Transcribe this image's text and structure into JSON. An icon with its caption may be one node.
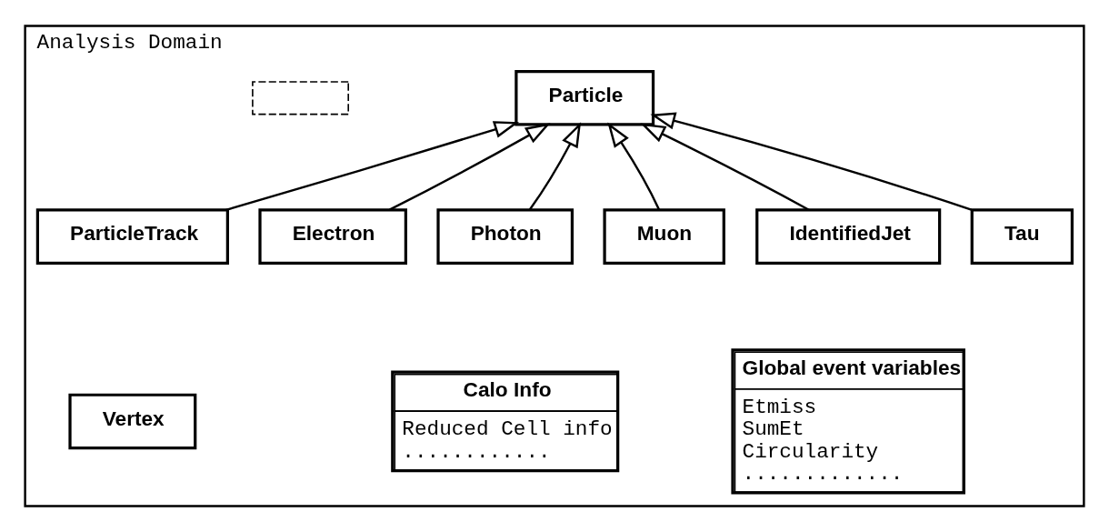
{
  "diagram": {
    "nodes": [
      {
        "text": [
          "Analysis Domain"
        ]
      },
      {
        "text": [
          "Particle"
        ],
        "in": 0
      },
      {
        "text": [],
        "shape": "box",
        "in": 0
      },
      {
        "text": [
          "ParticleTrack"
        ],
        "in": 0
      },
      {
        "text": [
          "Electron"
        ],
        "in": 0
      },
      {
        "text": [
          "Photon"
        ],
        "in": 0
      },
      {
        "text": [
          "Muon"
        ],
        "in": 0
      },
      {
        "text": [
          "IdentifiedJet"
        ],
        "in": 0
      },
      {
        "text": [
          "Tau"
        ],
        "in": 0
      },
      {
        "text": [
          "Vertex"
        ],
        "in": 0
      },
      {
        "text": [
          "Calo Info",
          "Reduced Cell info",
          "............"
        ],
        "in": 0
      },
      {
        "text": [
          "Global event variables",
          "Etmiss",
          "SumEt",
          "Circularity",
          "............."
        ],
        "in": 0
      }
    ],
    "edges": [
      {
        "from": 3,
        "to": 1,
        "arrow": "to"
      },
      {
        "from": 4,
        "to": 1,
        "arrow": "to"
      },
      {
        "from": 5,
        "to": 1,
        "arrow": "to"
      },
      {
        "from": 6,
        "to": 1,
        "arrow": "to"
      },
      {
        "from": 7,
        "to": 1,
        "arrow": "to"
      },
      {
        "from": 8,
        "to": 1,
        "arrow": "to"
      }
    ]
  }
}
